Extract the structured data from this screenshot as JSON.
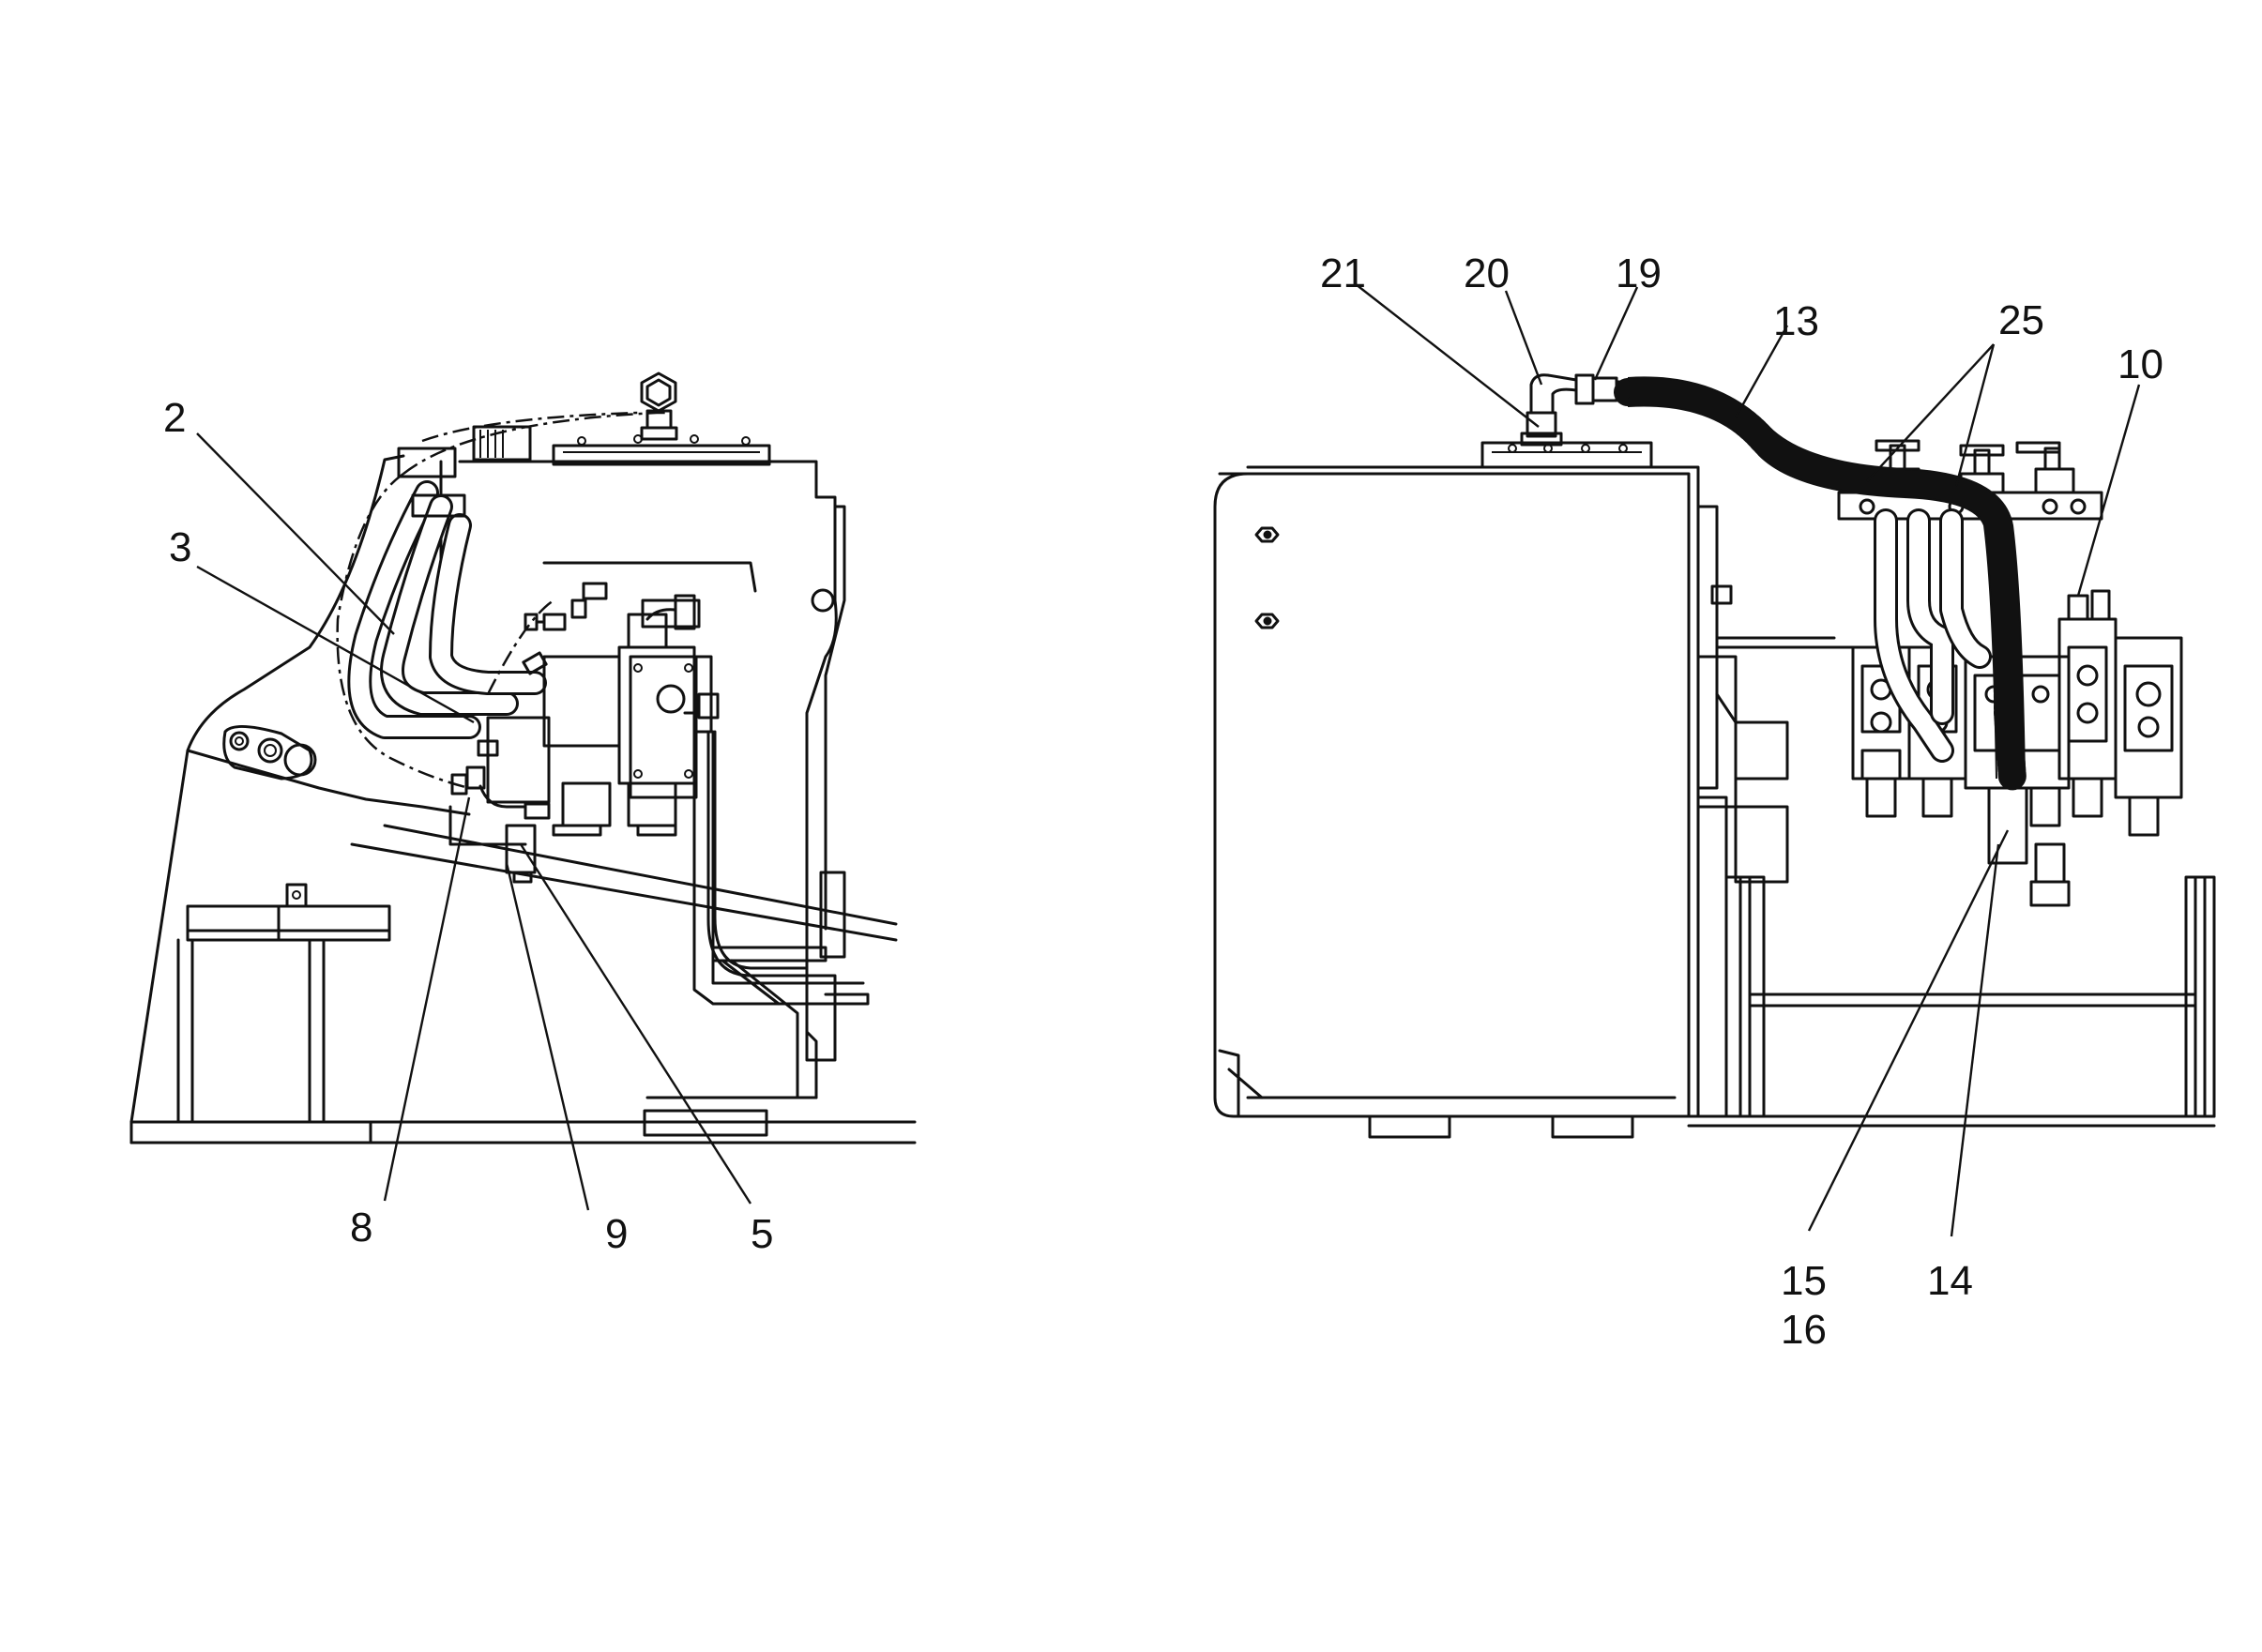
{
  "figure": {
    "left_view": {
      "callouts": [
        {
          "id": "2",
          "label": "2"
        },
        {
          "id": "3",
          "label": "3"
        },
        {
          "id": "8",
          "label": "8"
        },
        {
          "id": "9",
          "label": "9"
        },
        {
          "id": "5",
          "label": "5"
        }
      ]
    },
    "right_view": {
      "callouts": [
        {
          "id": "21",
          "label": "21"
        },
        {
          "id": "20",
          "label": "20"
        },
        {
          "id": "19",
          "label": "19"
        },
        {
          "id": "13",
          "label": "13"
        },
        {
          "id": "25",
          "label": "25"
        },
        {
          "id": "10",
          "label": "10"
        },
        {
          "id": "15",
          "label": "15"
        },
        {
          "id": "16",
          "label": "16"
        },
        {
          "id": "14",
          "label": "14"
        }
      ]
    }
  }
}
